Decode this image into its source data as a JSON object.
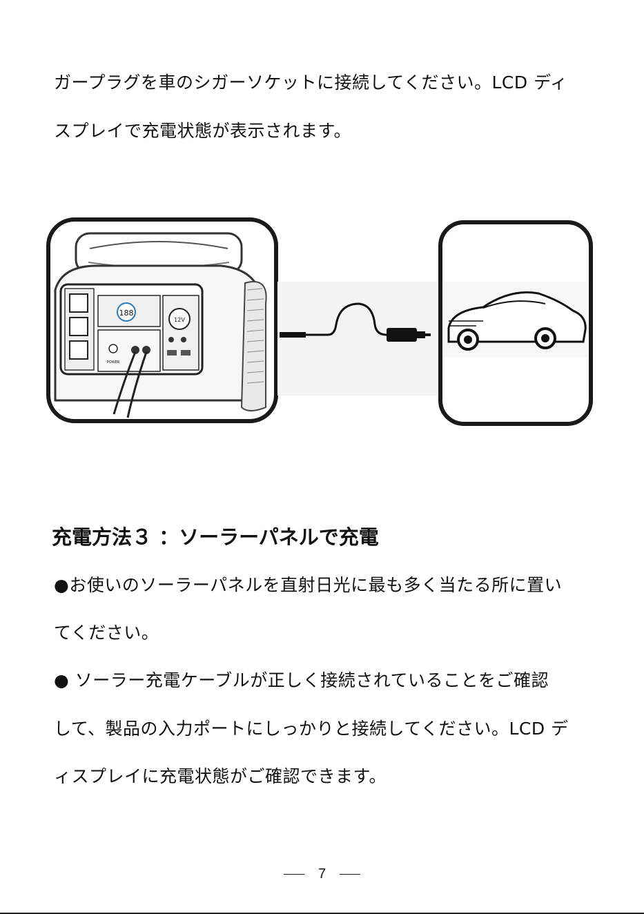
{
  "intro": {
    "line1": "ガープラグを車のシガーソケットに接続してください。LCD ディ",
    "line2": "スプレイで充電状態が表示されます。"
  },
  "figure": {
    "station_display": "188",
    "socket_label": "12V",
    "power_label": "POWER"
  },
  "section": {
    "heading": "充電方法３ ：ソーラーパネルで充電",
    "p1_line1": "●お使いのソーラーパネルを直射日光に最も多く当たる所に置い",
    "p1_line2": "てください。",
    "p2_line1": "● ソーラー充電ケーブルが正しく接続されていることをご確認",
    "p2_line2": "して、製品の入力ポートにしっかりと接続してください。LCD デ",
    "p2_line3": "ィスプレイに充電状態がご確認できます。"
  },
  "page_number": "7",
  "colors": {
    "ink": "#111111",
    "frame": "#1a1a1a",
    "background": "#ffffff"
  }
}
